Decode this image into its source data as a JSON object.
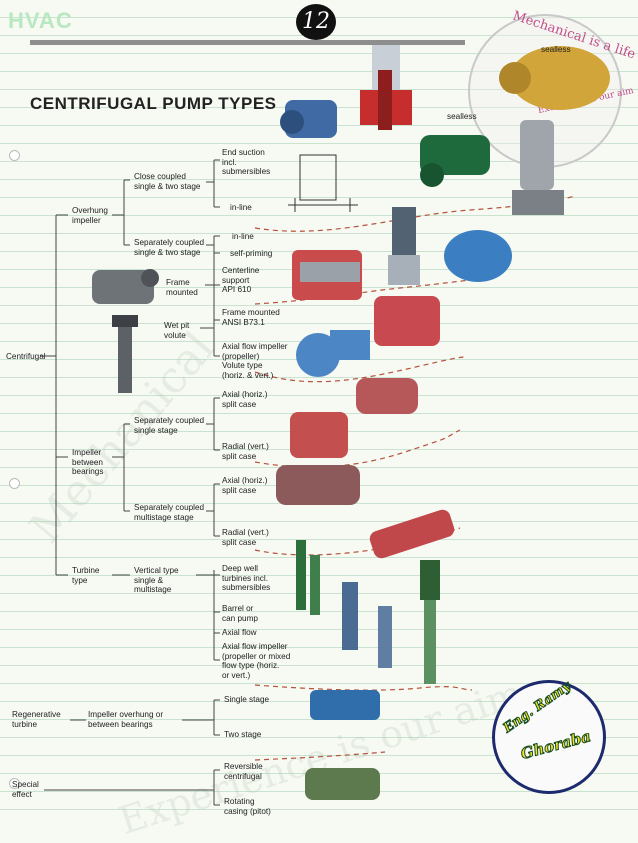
{
  "header": {
    "brand": "HVAC",
    "page_number": "12"
  },
  "title": "CENTRIFUGAL PUMP TYPES",
  "watermark": {
    "circle_text_top": "Mechanical is a life",
    "circle_text_bottom": "Excellence is our aim",
    "diagonal_text": "Mechanical",
    "bottom_text": "Experience is our aim"
  },
  "logo": {
    "line1": "Eng. Ramy",
    "line2": "Ghoraba"
  },
  "photo_labels": {
    "sealless_top": "sealless",
    "sealless_mid": "sealless"
  },
  "tree": {
    "root": "Centrifugal",
    "overhung": "Overhung\nimpeller",
    "close_coupled": "Close coupled\nsingle & two stage",
    "end_suction": "End suction\nincl.\nsubmersibles",
    "inline_1": "in-line",
    "sep_coupled": "Separately coupled\nsingle & two stage",
    "inline_2": "in-line",
    "self_priming": "self-priming",
    "frame_mounted": "Frame\nmounted",
    "centerline": "Centerline\nsupport\nAPI 610",
    "frame_ansi": "Frame mounted\nANSI B73.1",
    "wet_pit": "Wet pit\nvolute",
    "axial_flow_impeller": "Axial flow impeller\n(propeller)\nVolute type\n(horiz. & vert.)",
    "between_bearings": "Impeller\nbetween\nbearings",
    "sep_single": "Separately coupled\nsingle stage",
    "axial_horiz_1": "Axial (horiz.)\nsplit case",
    "radial_vert_1": "Radial (vert.)\nsplit case",
    "sep_multi": "Separately coupled\nmultistage stage",
    "axial_horiz_2": "Axial (horiz.)\nsplit case",
    "radial_vert_2": "Radial (vert.)\nsplit case",
    "turbine": "Turbine\ntype",
    "vertical": "Vertical type\nsingle &\nmultistage",
    "deep_well": "Deep well\nturbines incl.\nsubmersibles",
    "barrel": "Barrel or\ncan pump",
    "axial_flow": "Axial flow",
    "axial_mixed": "Axial flow impeller\n(propeller or mixed\nflow type (horiz.\nor vert.)",
    "regenerative": "Regenerative\nturbine",
    "impeller_overhung_between": "Impeller overhung or\nbetween bearings",
    "single_stage": "Single stage",
    "two_stage": "Two stage",
    "special": "Special\neffect",
    "reversible": "Reversible\ncentrifugal",
    "rotating": "Rotating\ncasing (pitot)"
  }
}
